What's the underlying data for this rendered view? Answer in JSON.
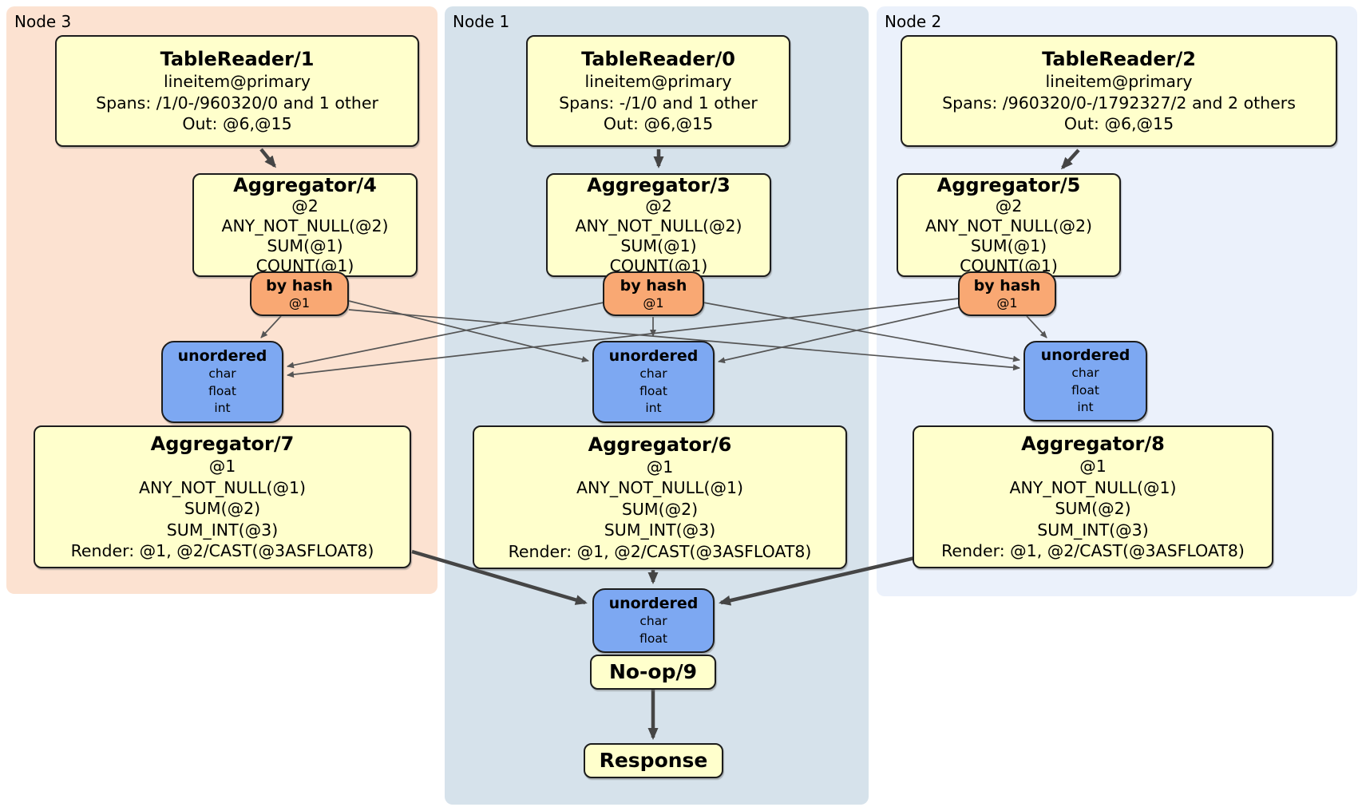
{
  "colors": {
    "page_bg": "#ffffff",
    "node3_bg": "#fce2d1",
    "node1_bg": "#d6e2eb",
    "node2_bg": "#ebf1fb",
    "processor_fill": "#ffffcc",
    "router_fill": "#f9a873",
    "sync_fill": "#7da8f2",
    "edge_thin": "#555555",
    "edge_thick": "#454545",
    "box_border": "#1c1c1c"
  },
  "regions": {
    "node3": {
      "label": "Node 3"
    },
    "node1": {
      "label": "Node 1"
    },
    "node2": {
      "label": "Node 2"
    }
  },
  "processors": {
    "tr1": {
      "title": "TableReader/1",
      "lines": [
        "lineitem@primary",
        "Spans: /1/0-/960320/0 and 1 other",
        "Out: @6,@15"
      ]
    },
    "tr0": {
      "title": "TableReader/0",
      "lines": [
        "lineitem@primary",
        "Spans: -/1/0 and 1 other",
        "Out: @6,@15"
      ]
    },
    "tr2": {
      "title": "TableReader/2",
      "lines": [
        "lineitem@primary",
        "Spans: /960320/0-/1792327/2 and 2 others",
        "Out: @6,@15"
      ]
    },
    "agg4": {
      "title": "Aggregator/4",
      "lines": [
        "@2",
        "ANY_NOT_NULL(@2)",
        "SUM(@1)",
        "COUNT(@1)"
      ]
    },
    "agg3": {
      "title": "Aggregator/3",
      "lines": [
        "@2",
        "ANY_NOT_NULL(@2)",
        "SUM(@1)",
        "COUNT(@1)"
      ]
    },
    "agg5": {
      "title": "Aggregator/5",
      "lines": [
        "@2",
        "ANY_NOT_NULL(@2)",
        "SUM(@1)",
        "COUNT(@1)"
      ]
    },
    "agg7": {
      "title": "Aggregator/7",
      "lines": [
        "@1",
        "ANY_NOT_NULL(@1)",
        "SUM(@2)",
        "SUM_INT(@3)",
        "Render: @1, @2/CAST(@3ASFLOAT8)"
      ]
    },
    "agg6": {
      "title": "Aggregator/6",
      "lines": [
        "@1",
        "ANY_NOT_NULL(@1)",
        "SUM(@2)",
        "SUM_INT(@3)",
        "Render: @1, @2/CAST(@3ASFLOAT8)"
      ]
    },
    "agg8": {
      "title": "Aggregator/8",
      "lines": [
        "@1",
        "ANY_NOT_NULL(@1)",
        "SUM(@2)",
        "SUM_INT(@3)",
        "Render: @1, @2/CAST(@3ASFLOAT8)"
      ]
    },
    "noop": {
      "title": "No-op/9"
    },
    "response": {
      "title": "Response"
    }
  },
  "routers": {
    "hash_left": {
      "title": "by hash",
      "detail": "@1"
    },
    "hash_middle": {
      "title": "by hash",
      "detail": "@1"
    },
    "hash_right": {
      "title": "by hash",
      "detail": "@1"
    }
  },
  "syncs": {
    "unordered_left": {
      "title": "unordered",
      "types": [
        "char",
        "float",
        "int"
      ]
    },
    "unordered_middle": {
      "title": "unordered",
      "types": [
        "char",
        "float",
        "int"
      ]
    },
    "unordered_right": {
      "title": "unordered",
      "types": [
        "char",
        "float",
        "int"
      ]
    },
    "unordered_final": {
      "title": "unordered",
      "types": [
        "char",
        "float"
      ]
    }
  }
}
